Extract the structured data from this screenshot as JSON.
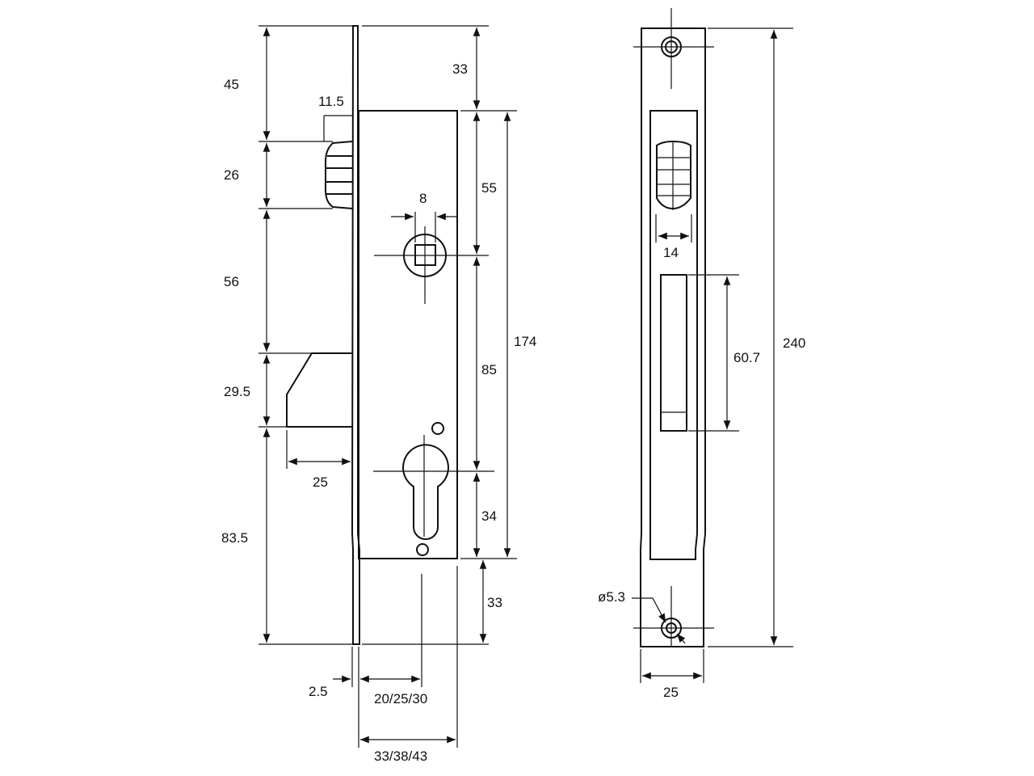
{
  "title": "Mortice lock dimensional drawing",
  "side_view": {
    "dims": {
      "d45": "45",
      "d26": "26",
      "d56": "56",
      "d29_5": "29.5",
      "d83_5": "83.5",
      "d11_5": "11.5",
      "d8": "8",
      "d25": "25",
      "d33_top": "33",
      "d55": "55",
      "d85": "85",
      "d34": "34",
      "d33_bottom": "33",
      "d174": "174",
      "d2_5": "2.5",
      "backset": "20/25/30",
      "case_depth": "33/38/43"
    }
  },
  "front_view": {
    "dims": {
      "d14": "14",
      "d60_7": "60.7",
      "d240": "240",
      "d25": "25",
      "hole_dia": "ø5.3"
    }
  }
}
